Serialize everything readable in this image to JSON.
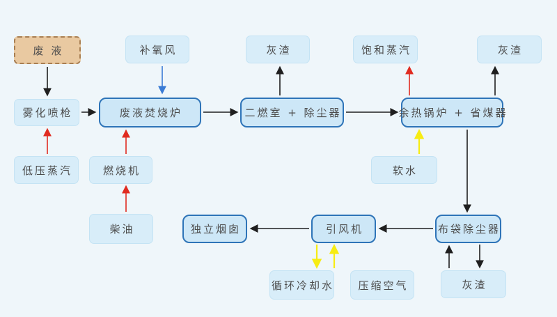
{
  "diagram": {
    "type": "flowchart",
    "language": "zh-CN",
    "nodes": {
      "waste_liquid": {
        "label": "废 液",
        "kind": "input"
      },
      "oxygen_air": {
        "label": "补氧风",
        "kind": "plain"
      },
      "ash_top_mid": {
        "label": "灰渣",
        "kind": "plain"
      },
      "saturated_steam": {
        "label": "饱和蒸汽",
        "kind": "plain"
      },
      "ash_top_right": {
        "label": "灰渣",
        "kind": "plain"
      },
      "atomizing_gun": {
        "label": "雾化喷枪",
        "kind": "plain"
      },
      "incinerator": {
        "label": "废液焚烧炉",
        "kind": "process"
      },
      "secondary_chamber": {
        "label": "二燃室 + 除尘器",
        "kind": "process"
      },
      "waste_heat_boiler": {
        "label": "余热锅炉 + 省煤器",
        "kind": "process"
      },
      "low_pressure_steam": {
        "label": "低压蒸汽",
        "kind": "plain"
      },
      "burner": {
        "label": "燃烧机",
        "kind": "plain"
      },
      "soft_water": {
        "label": "软水",
        "kind": "plain"
      },
      "diesel": {
        "label": "柴油",
        "kind": "plain"
      },
      "chimney": {
        "label": "独立烟囱",
        "kind": "process"
      },
      "draft_fan": {
        "label": "引风机",
        "kind": "process"
      },
      "bag_filter": {
        "label": "布袋除尘器",
        "kind": "process"
      },
      "cooling_water": {
        "label": "循环冷却水",
        "kind": "plain"
      },
      "compressed_air": {
        "label": "压缩空气",
        "kind": "plain"
      },
      "ash_bottom": {
        "label": "灰渣",
        "kind": "plain"
      }
    },
    "edges": [
      {
        "from": "waste_liquid",
        "to": "atomizing_gun",
        "color": "black"
      },
      {
        "from": "oxygen_air",
        "to": "incinerator",
        "color": "blue"
      },
      {
        "from": "atomizing_gun",
        "to": "incinerator",
        "color": "black"
      },
      {
        "from": "low_pressure_steam",
        "to": "atomizing_gun",
        "color": "red"
      },
      {
        "from": "burner",
        "to": "incinerator",
        "color": "red"
      },
      {
        "from": "diesel",
        "to": "burner",
        "color": "red"
      },
      {
        "from": "incinerator",
        "to": "secondary_chamber",
        "color": "black"
      },
      {
        "from": "secondary_chamber",
        "to": "ash_top_mid",
        "color": "black"
      },
      {
        "from": "secondary_chamber",
        "to": "waste_heat_boiler",
        "color": "black"
      },
      {
        "from": "waste_heat_boiler",
        "to": "saturated_steam",
        "color": "red"
      },
      {
        "from": "waste_heat_boiler",
        "to": "ash_top_right",
        "color": "black"
      },
      {
        "from": "soft_water",
        "to": "waste_heat_boiler",
        "color": "yellow"
      },
      {
        "from": "waste_heat_boiler",
        "to": "bag_filter",
        "color": "black"
      },
      {
        "from": "bag_filter",
        "to": "draft_fan",
        "color": "black"
      },
      {
        "from": "draft_fan",
        "to": "chimney",
        "color": "black"
      },
      {
        "from": "draft_fan",
        "to": "cooling_water",
        "color": "yellow"
      },
      {
        "from": "cooling_water",
        "to": "draft_fan",
        "color": "yellow"
      },
      {
        "from": "ash_bottom",
        "to": "bag_filter",
        "color": "black"
      },
      {
        "from": "bag_filter",
        "to": "ash_bottom",
        "color": "black"
      }
    ],
    "colors": {
      "background": "#eff6fa",
      "node_fill": "#d8edf9",
      "node_border": "#c4e3f4",
      "process_fill": "#cde7f7",
      "process_border": "#2e74b8",
      "input_fill": "#e9c9a1",
      "input_border": "#a87e52",
      "text": "#4d4d4d",
      "arrow_black": "#1f1f1f",
      "arrow_red": "#e02b20",
      "arrow_blue": "#3a7bd5",
      "arrow_yellow": "#f7ec13"
    }
  }
}
